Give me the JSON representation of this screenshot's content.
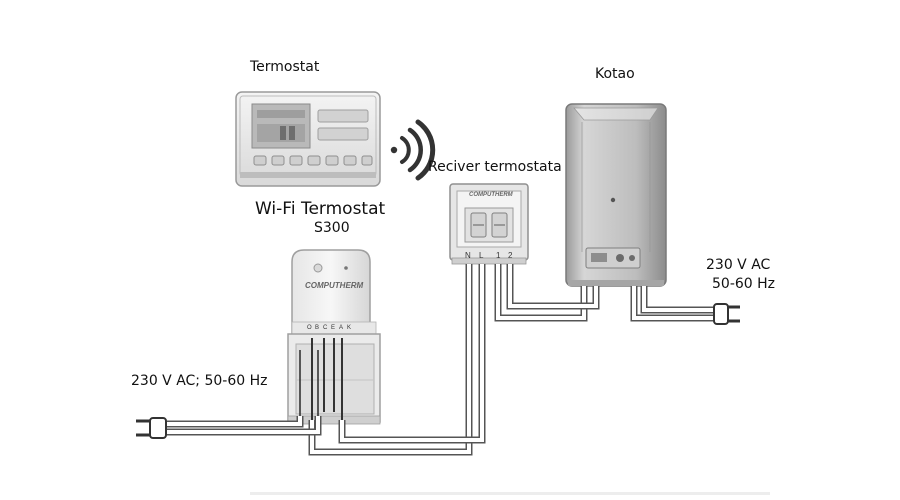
{
  "labels": {
    "thermostat_title": "Termostat",
    "boiler_title": "Kotao",
    "receiver_title": "Reciver termostata",
    "wifi_title": "Wi-Fi Termostat",
    "wifi_model": "S300",
    "boiler_power": "230 V AC",
    "boiler_freq": "50-60 Hz",
    "mains_power": "230 V AC; 50-60 Hz"
  },
  "brand": {
    "receiver": "COMPUTHERM",
    "wifi": "COMPUTHERM"
  },
  "receiver_terminals": [
    "N",
    "L",
    "1",
    "2"
  ],
  "wifi_terminals": [
    "O",
    "B",
    "C",
    "E",
    "A",
    "K"
  ],
  "colors": {
    "device_light": "#ececec",
    "device_mid": "#c8c8c8",
    "device_dark": "#8f8f8f",
    "wire": "#444444"
  }
}
